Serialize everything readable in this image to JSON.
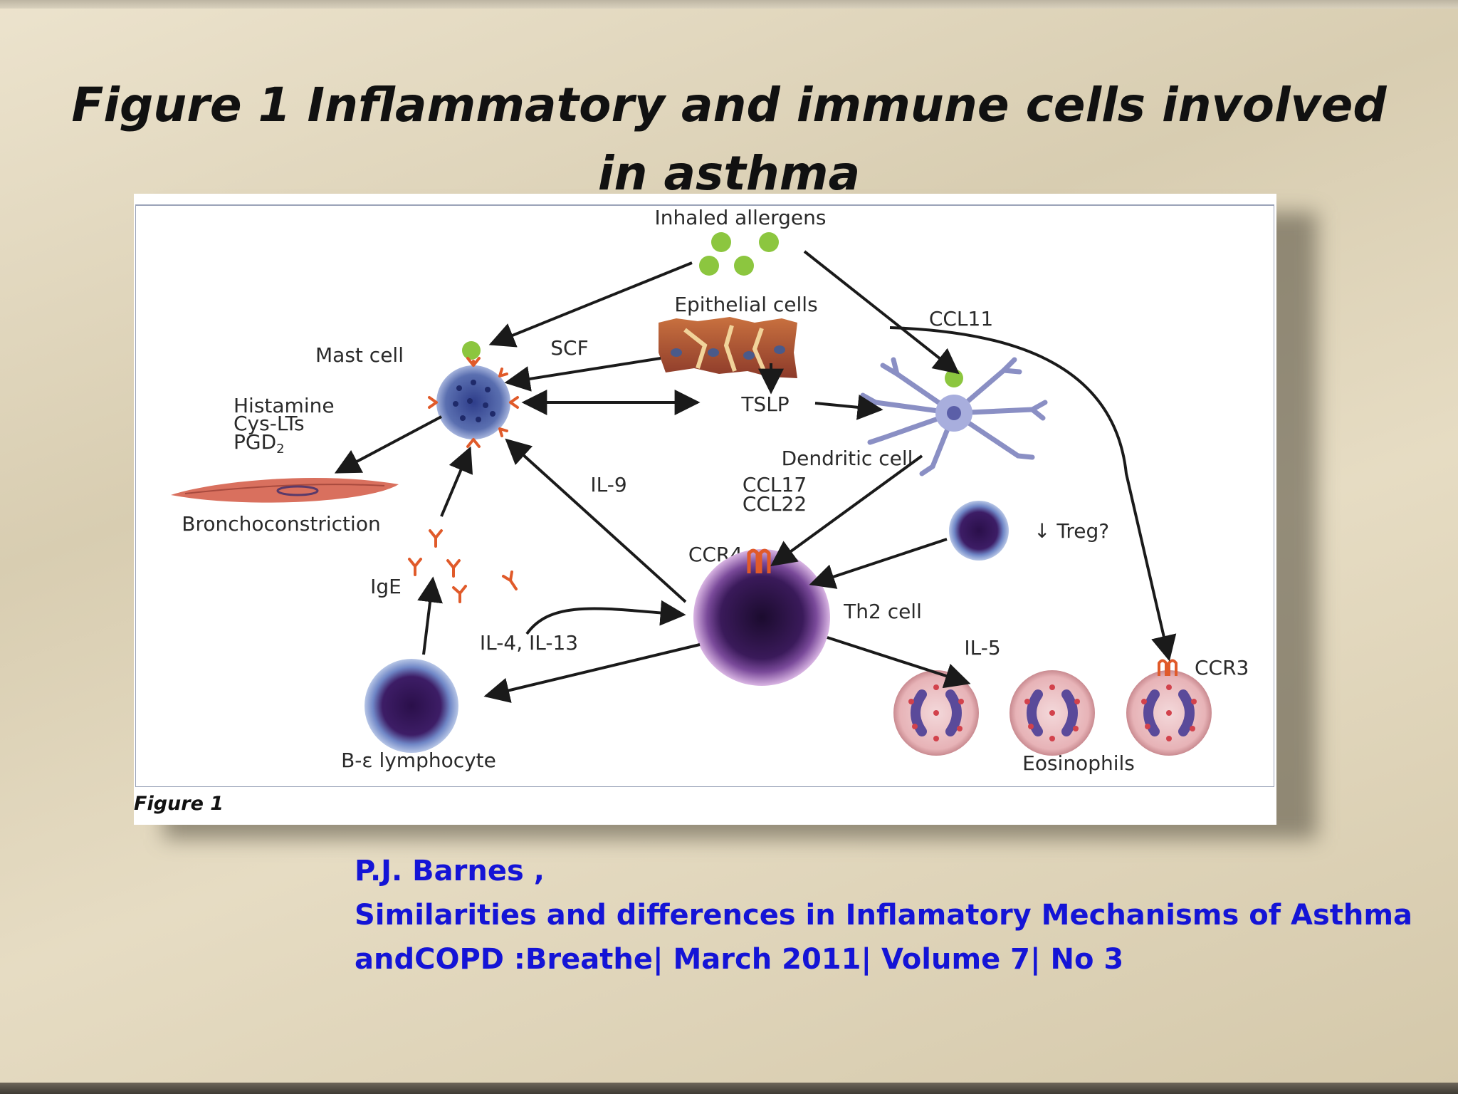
{
  "slide": {
    "title": "Figure 1 Inflammatory and immune cells involved in asthma",
    "figure_caption": "Figure 1"
  },
  "diagram": {
    "labels": {
      "inhaled_allergens": "Inhaled allergens",
      "epithelial_cells": "Epithelial cells",
      "ccl11": "CCL11",
      "mast_cell": "Mast cell",
      "scf": "SCF",
      "histamine": "Histamine",
      "cys_lts": "Cys-LTs",
      "pgd2": "PGD",
      "pgd2_sub": "2",
      "tslp": "TSLP",
      "dendritic_cell": "Dendritic cell",
      "il9": "IL-9",
      "ccl17": "CCL17",
      "ccl22": "CCL22",
      "bronchoconstriction": "Bronchoconstriction",
      "treg": "↓  Treg?",
      "ccr4": "CCR4",
      "ige": "IgE",
      "th2_cell": "Th2 cell",
      "il4_il13": "IL-4, IL-13",
      "il5": "IL-5",
      "ccr3": "CCR3",
      "b_lymphocyte": "B-ε lymphocyte",
      "eosinophils": "Eosinophils"
    },
    "colors": {
      "allergen": "#8cc63f",
      "mast_cell": "#5a6fb0",
      "th2_cell": "#3a1a5a",
      "receptor": "#e05a2a",
      "eosinophil": "#c54b5b",
      "epithelium": "#b5563a",
      "smooth_muscle": "#d9705e",
      "arrow": "#1a1a1a"
    }
  },
  "reference": {
    "line1": "P.J. Barnes ,",
    "line2": "Similarities and differences in Inflamatory Mechanisms   of Asthma",
    "line3": "andCOPD :Breathe| March 2011| Volume 7| No 3"
  }
}
